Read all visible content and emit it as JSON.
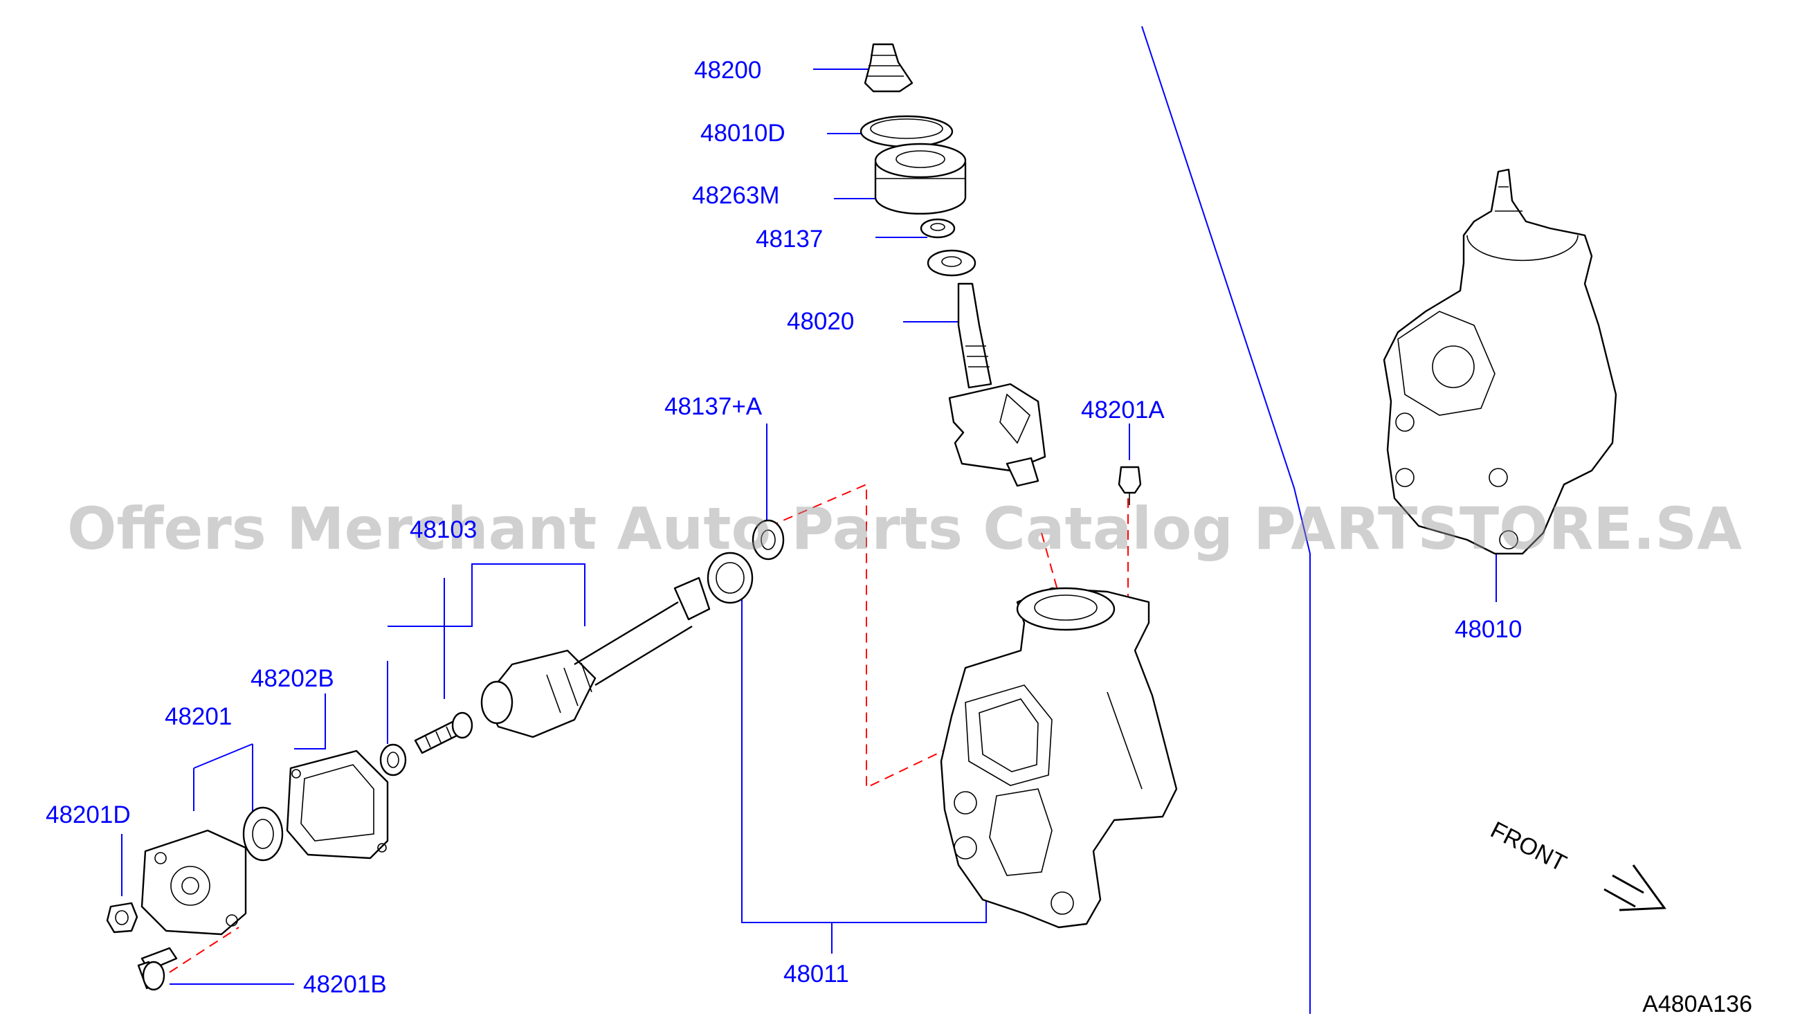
{
  "colors": {
    "callout": "#0000ff",
    "leader": "#0000ff",
    "centerline": "#ff0000",
    "linework": "#000000",
    "watermark": "#969696"
  },
  "callouts": {
    "p48200": "48200",
    "p48010D": "48010D",
    "p48263M": "48263M",
    "p48137": "48137",
    "p48020": "48020",
    "p48137A": "48137+A",
    "p48201A": "48201A",
    "p48103": "48103",
    "p48202B": "48202B",
    "p48201": "48201",
    "p48201D": "48201D",
    "p48201B": "48201B",
    "p48011": "48011",
    "p48010": "48010"
  },
  "front_label": "FRONT",
  "diagram_code": "A480A136",
  "watermark": "Offers Merchant Auto Parts Catalog PARTSTORE.SA",
  "icons": {
    "direction": "front-arrow-icon"
  }
}
